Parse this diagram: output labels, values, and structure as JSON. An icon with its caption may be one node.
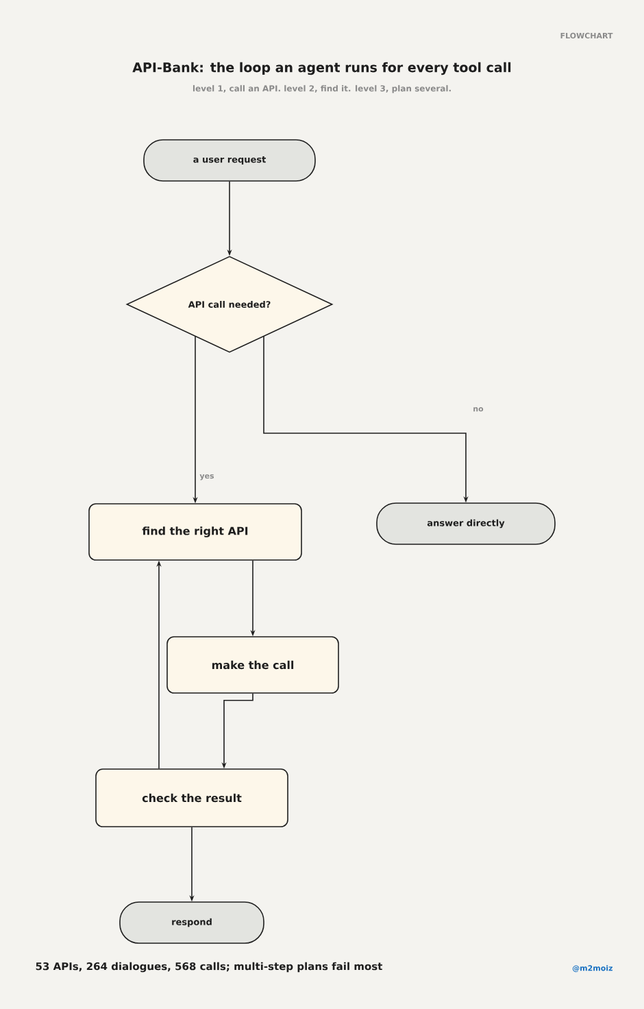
{
  "diagram": {
    "title": "API-Bank: the loop an agent runs for every tool call",
    "nodes": [
      {
        "text": [
          "a user request"
        ]
      },
      {
        "text": [
          "API call needed?"
        ]
      },
      {
        "text": [
          "find the right API"
        ]
      },
      {
        "text": [
          "answer directly"
        ]
      },
      {
        "text": [
          "make the call"
        ]
      },
      {
        "text": [
          "check the result"
        ]
      },
      {
        "text": [
          "respond"
        ]
      }
    ],
    "edges": [
      {
        "from": 0,
        "to": 1,
        "arrow": "to"
      },
      {
        "from": 1,
        "to": 2,
        "arrow": "to",
        "label": "yes"
      },
      {
        "from": 1,
        "to": 3,
        "arrow": "to",
        "label": "no"
      },
      {
        "from": 2,
        "to": 4,
        "arrow": "to"
      },
      {
        "from": 4,
        "to": 5,
        "arrow": "to"
      },
      {
        "from": 5,
        "to": 2,
        "arrow": "to"
      },
      {
        "from": 5,
        "to": 6,
        "arrow": "to"
      }
    ],
    "labels": [
      "FLOWCHART",
      "level 1, call an API. level 2, find it. level 3, plan several.",
      "53 APIs, 264 dialogues, 568 calls; multi-step plans fail most",
      "@m2moiz"
    ]
  }
}
